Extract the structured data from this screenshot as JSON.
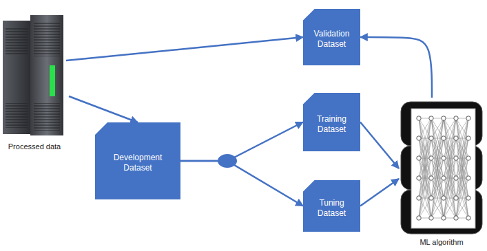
{
  "diagram": {
    "nodes": [
      {
        "text": [
          "Processed data"
        ]
      },
      {
        "text": [
          "Validation Dataset"
        ]
      },
      {
        "text": [
          "Development Dataset"
        ]
      },
      {
        "text": [
          "Training Dataset"
        ]
      },
      {
        "text": [
          "Tuning Dataset"
        ]
      },
      {
        "text": [
          "ML algorithm"
        ]
      }
    ],
    "edges": [
      {
        "from": 0,
        "to": 1,
        "arrow": "to"
      },
      {
        "from": 0,
        "to": 2,
        "arrow": "to"
      },
      {
        "from": 2,
        "to": 3,
        "arrow": "to"
      },
      {
        "from": 2,
        "to": 4,
        "arrow": "to"
      },
      {
        "from": 3,
        "to": 5,
        "arrow": "to"
      },
      {
        "from": 4,
        "to": 5,
        "arrow": "to"
      },
      {
        "from": 5,
        "to": 1,
        "arrow": "to"
      }
    ]
  }
}
